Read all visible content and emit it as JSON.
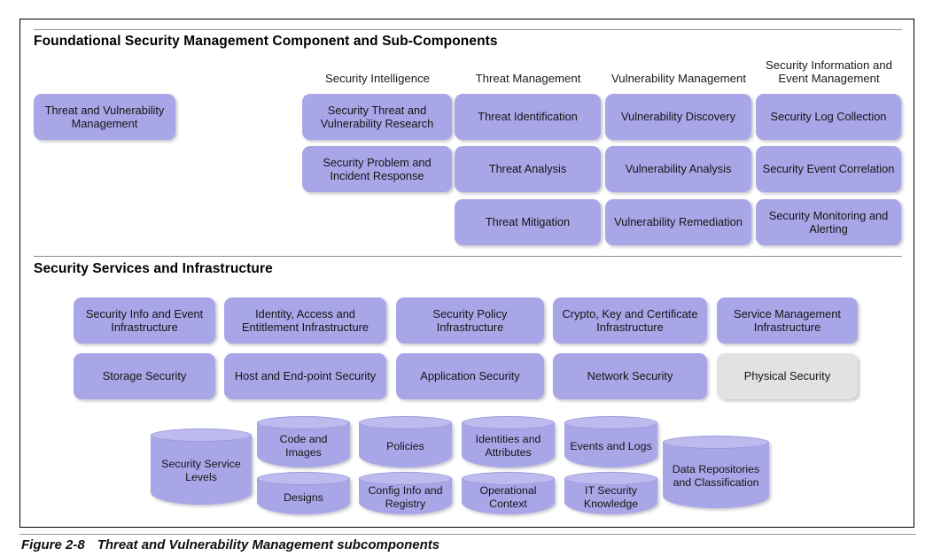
{
  "figure": {
    "caption_number": "Figure 2-8",
    "caption_text": "Threat and Vulnerability Management subcomponents"
  },
  "colors": {
    "box_purple": "#a9a6e8",
    "box_grey": "#e2e2e2",
    "cylinder_top": "#bdbaee",
    "frame_border": "#000000",
    "rule_grey": "#8f8f8f"
  },
  "sections": {
    "foundational": {
      "title": "Foundational Security Management Component and Sub-Components",
      "root_box": "Threat and Vulnerability Management",
      "columns": [
        {
          "header": "Security Intelligence",
          "items": [
            "Security Threat and Vulnerability Research",
            "Security Problem and Incident Response"
          ]
        },
        {
          "header": "Threat Management",
          "items": [
            "Threat Identification",
            "Threat Analysis",
            "Threat Mitigation"
          ]
        },
        {
          "header": "Vulnerability Management",
          "items": [
            "Vulnerability Discovery",
            "Vulnerability Analysis",
            "Vulnerability Remediation"
          ]
        },
        {
          "header": "Security Information and Event Management",
          "items": [
            "Security Log Collection",
            "Security Event Correlation",
            "Security Monitoring and Alerting"
          ]
        }
      ]
    },
    "services": {
      "title": "Security Services and Infrastructure",
      "row1": [
        "Security Info and Event Infrastructure",
        "Identity, Access and Entitlement Infrastructure",
        "Security Policy Infrastructure",
        "Crypto, Key and Certificate Infrastructure",
        "Service Management Infrastructure"
      ],
      "row2": [
        "Storage Security",
        "Host and End-point Security",
        "Application Security",
        "Network Security",
        "Physical Security"
      ],
      "data_stores": {
        "security_service_levels": "Security Service Levels",
        "data_repositories": "Data Repositories and Classification",
        "top_row": [
          "Code and Images",
          "Policies",
          "Identities and Attributes",
          "Events and Logs"
        ],
        "bottom_row": [
          "Designs",
          "Config Info and Registry",
          "Operational Context",
          "IT Security Knowledge"
        ]
      }
    }
  }
}
